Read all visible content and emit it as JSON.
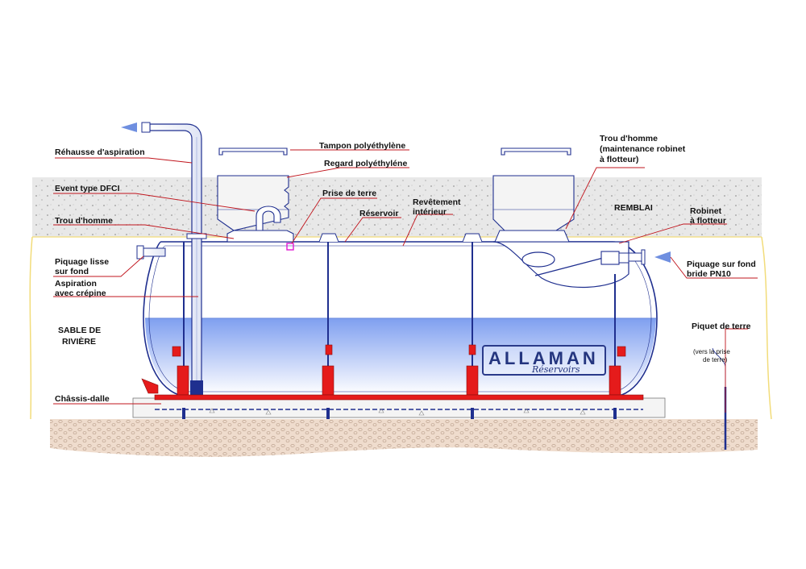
{
  "labels": {
    "rehausse": "Réhausse d'aspiration",
    "tampon": "Tampon polyéthylène",
    "regard": "Regard polyéthyléne",
    "trou_homme_maint_1": "Trou d'homme",
    "trou_homme_maint_2": "(maintenance robinet",
    "trou_homme_maint_3": "à flotteur)",
    "event": "Event type DFCI",
    "prise_terre": "Prise de terre",
    "revetement_1": "Revêtement",
    "revetement_2": "intérieur",
    "remblai": "REMBLAI",
    "trou_homme": "Trou d'homme",
    "reservoir": "Réservoir",
    "robinet_1": "Robinet",
    "robinet_2": "à flotteur",
    "piquage_lisse_1": "Piquage lisse",
    "piquage_lisse_2": "sur fond",
    "aspiration_1": "Aspiration",
    "aspiration_2": "avec crépine",
    "piquage_bride_1": "Piquage sur fond",
    "piquage_bride_2": "bride PN10",
    "sable_1": "SABLE DE",
    "sable_2": "RIVIÈRE",
    "piquet": "Piquet de terre",
    "vers_1": "(vers la prise",
    "vers_2": "de terre)",
    "chassis": "Châssis-dalle"
  },
  "logo": {
    "name": "ALLAMAN",
    "tagline": "Réservoirs"
  },
  "colors": {
    "outline": "#1f2f8f",
    "leader": "#c0141c",
    "water": "#9fb6f0",
    "red_part": "#e51b1b",
    "backfill": "#e6e6e6",
    "gravel": "#ecd9c9",
    "sand_edge": "#f2dc7a",
    "arrow": "#6f8fe0"
  }
}
